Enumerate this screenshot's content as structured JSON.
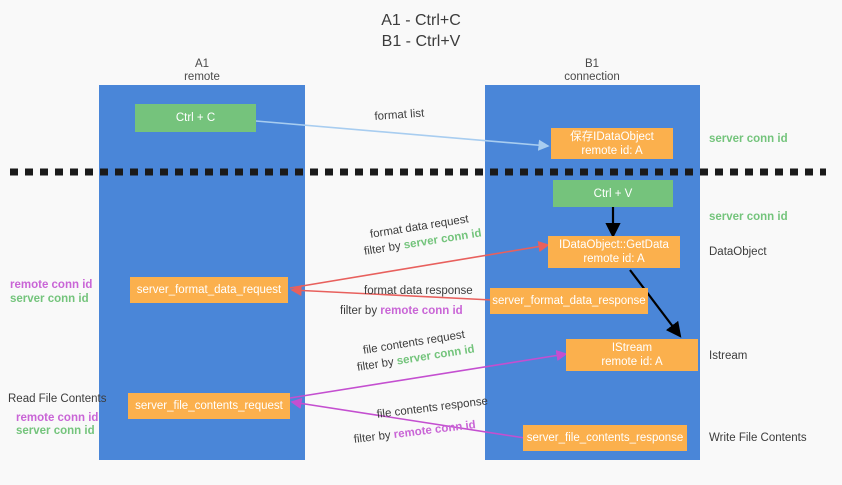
{
  "title": {
    "line1": "A1 - Ctrl+C",
    "line2": "B1 - Ctrl+V"
  },
  "columns": [
    {
      "name": "A1",
      "sub": "remote"
    },
    {
      "name": "B1",
      "sub": "connection"
    }
  ],
  "boxes": {
    "ctrl_c": "Ctrl + C",
    "ctrl_v": "Ctrl + V",
    "idataobject_title": "保存IDataObject",
    "idataobject_sub": "remote id: A",
    "getdata_title": "IDataObject::GetData",
    "getdata_sub": "remote id: A",
    "istream_title": "IStream",
    "istream_sub": "remote id: A",
    "server_format_data_request": "server_format_data_request",
    "server_format_data_response": "server_format_data_response",
    "server_file_contents_request": "server_file_contents_request",
    "server_file_contents_response": "server_file_contents_response"
  },
  "right_labels": {
    "server_conn_id_top": "server conn id",
    "server_conn_id_second": "server conn id",
    "dataobject": "DataObject",
    "istream": "Istream",
    "write_file_contents": "Write File Contents"
  },
  "left_labels": {
    "remote_conn_id_1": "remote conn id",
    "server_conn_id_1": "server conn id",
    "read_file_contents": "Read File Contents",
    "remote_conn_id_2": "remote conn id",
    "server_conn_id_2": "server conn id"
  },
  "arrow_labels": {
    "format_list": "format list",
    "format_data_request": "format data request",
    "format_data_request_filter_pre": "filter by ",
    "format_data_request_filter_key": "server conn id",
    "format_data_response": "format data response",
    "format_data_response_filter_pre": "filter by ",
    "format_data_response_filter_key": "remote conn id",
    "file_contents_request": "file contents request",
    "file_contents_request_filter_pre": "filter by ",
    "file_contents_request_filter_key": "server conn id",
    "file_contents_response": "file contents response",
    "file_contents_response_filter_pre": "filter by ",
    "file_contents_response_filter_key": "remote conn id"
  },
  "colors": {
    "lane": "#4a86d8",
    "green_box": "#75c37c",
    "orange_box": "#fbb04d",
    "server_conn_id": "#74c47c",
    "remote_conn_id": "#c965d6",
    "red_arrow": "#e8605d",
    "magenta_arrow": "#c44fd0",
    "blue_arrow": "#a8cdf0",
    "black_arrow": "#000000",
    "divider": "#1a1a1a",
    "background": "#f9f9f9"
  }
}
